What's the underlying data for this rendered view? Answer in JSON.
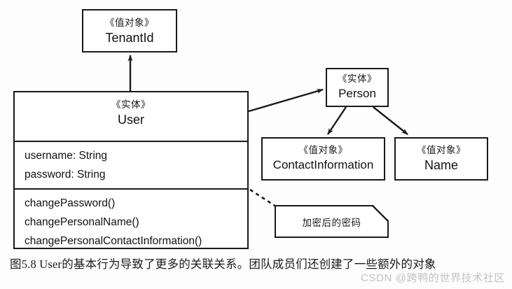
{
  "diagram": {
    "type": "uml-class-diagram",
    "boxes": [
      {
        "id": "tenantid",
        "stereotype": "《值对象》",
        "name": "TenantId",
        "attributes": [],
        "operations": []
      },
      {
        "id": "user",
        "stereotype": "《实体》",
        "name": "User",
        "attributes": [
          "username: String",
          "password: String"
        ],
        "operations": [
          "changePassword()",
          "changePersonalName()",
          "changePersonalContactInformation()"
        ]
      },
      {
        "id": "person",
        "stereotype": "《实体》",
        "name": "Person",
        "attributes": [],
        "operations": []
      },
      {
        "id": "contactinformation",
        "stereotype": "《值对象》",
        "name": "ContactInformation",
        "attributes": [],
        "operations": []
      },
      {
        "id": "name",
        "stereotype": "《值对象》",
        "name": "Name",
        "attributes": [],
        "operations": []
      }
    ],
    "note": {
      "text": "加密后的密码",
      "anchored_to": "user"
    },
    "connectors": [
      {
        "from": "user",
        "to": "tenantid",
        "style": "solid",
        "arrow": "open-filled"
      },
      {
        "from": "user",
        "to": "person",
        "style": "solid",
        "arrow": "open-filled"
      },
      {
        "from": "person",
        "to": "contactinformation",
        "style": "solid",
        "arrow": "open-filled"
      },
      {
        "from": "person",
        "to": "name",
        "style": "solid",
        "arrow": "open-filled"
      },
      {
        "from": "user",
        "to": "note",
        "style": "dashed",
        "arrow": "none"
      }
    ]
  },
  "caption": {
    "text": "图5.8 User的基本行为导致了更多的关联关系。团队成员们还创建了一些额外的对象"
  },
  "watermark": {
    "text": "CSDN @跨鸭的世界技术社区"
  },
  "colors": {
    "stroke": "#1a1a1a",
    "background": "#ffffff",
    "text": "#111111",
    "watermark": "#787878"
  }
}
